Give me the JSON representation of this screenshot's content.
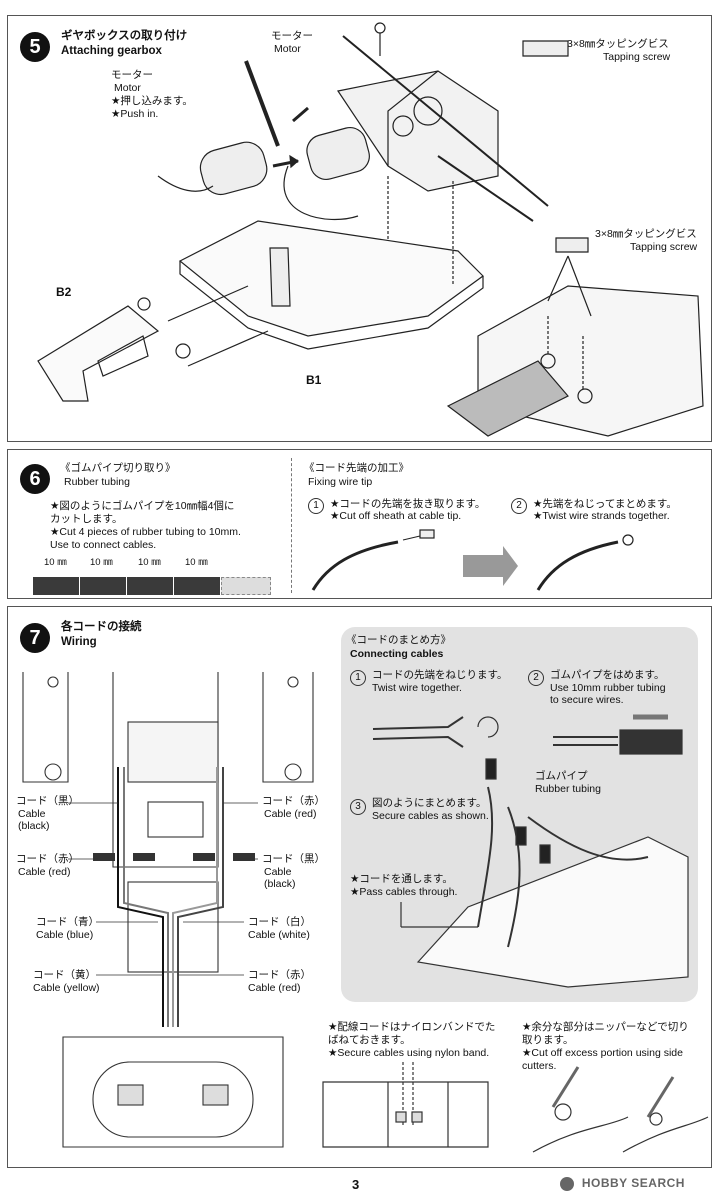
{
  "step5": {
    "number": "5",
    "title_jp": "ギヤボックスの取り付け",
    "title_en": "Attaching gearbox",
    "motor_top_jp": "モーター",
    "motor_top_en": "Motor",
    "motor_jp": "モーター",
    "motor_en": "Motor",
    "push_jp": "★押し込みます。",
    "push_en": "★Push in.",
    "screw1_jp": "3×8㎜タッピングビス",
    "screw1_en": "Tapping screw",
    "screw2_jp": "3×8㎜タッピングビス",
    "screw2_en": "Tapping screw",
    "part_b1": "B1",
    "part_b2": "B2"
  },
  "step6": {
    "number": "6",
    "left_title_jp": "《ゴムパイプ切り取り》",
    "left_title_en": "Rubber tubing",
    "left_note_jp1": "★図のようにゴムパイプを10㎜幅4個に",
    "left_note_jp2": "カットします。",
    "left_note_en1": "★Cut 4 pieces of rubber tubing to 10mm.",
    "left_note_en2": "Use to connect cables.",
    "seg_labels": [
      "10 ㎜",
      "10 ㎜",
      "10 ㎜",
      "10 ㎜"
    ],
    "right_title_jp": "《コード先端の加工》",
    "right_title_en": "Fixing wire tip",
    "sub1_num": "1",
    "sub1_jp": "★コードの先端を抜き取ります。",
    "sub1_en": "★Cut off sheath at cable tip.",
    "sub2_num": "2",
    "sub2_jp": "★先端をねじってまとめます。",
    "sub2_en": "★Twist wire strands together."
  },
  "step7": {
    "number": "7",
    "title_jp": "各コードの接続",
    "title_en": "Wiring",
    "cables": [
      {
        "jp": "コード（黒）",
        "en1": "Cable",
        "en2": "(black)"
      },
      {
        "jp": "コード（赤）",
        "en1": "Cable (red)",
        "en2": ""
      },
      {
        "jp": "コード（青）",
        "en1": "Cable (blue)",
        "en2": ""
      },
      {
        "jp": "コード（黄）",
        "en1": "Cable (yellow)",
        "en2": ""
      },
      {
        "jp": "コード（赤）",
        "en1": "Cable (red)",
        "en2": ""
      },
      {
        "jp": "コード（黒）",
        "en1": "Cable",
        "en2": "(black)"
      },
      {
        "jp": "コード（白）",
        "en1": "Cable (white)",
        "en2": ""
      },
      {
        "jp": "コード（赤）",
        "en1": "Cable (red)",
        "en2": ""
      }
    ],
    "box_title_jp": "《コードのまとめ方》",
    "box_title_en": "Connecting cables",
    "box1_num": "1",
    "box1_jp": "コードの先端をねじります。",
    "box1_en": "Twist wire together.",
    "box2_num": "2",
    "box2_jp": "ゴムパイプをはめます。",
    "box2_en1": "Use 10mm rubber tubing",
    "box2_en2": "to secure wires.",
    "box3_num": "3",
    "box3_jp": "図のようにまとめます。",
    "box3_en": "Secure cables as shown.",
    "rubber_jp": "ゴムパイプ",
    "rubber_en": "Rubber tubing",
    "pass_jp": "★コードを通します。",
    "pass_en": "★Pass cables through.",
    "nylon_jp1": "★配線コードはナイロンバンドでた",
    "nylon_jp2": "ばねておきます。",
    "nylon_en": "★Secure cables using nylon band.",
    "cut_jp1": "★余分な部分はニッパーなどで切り",
    "cut_jp2": "取ります。",
    "cut_en1": "★Cut off excess portion using side",
    "cut_en2": "cutters."
  },
  "footer": {
    "page_number": "3",
    "watermark": "HOBBY SEARCH"
  }
}
